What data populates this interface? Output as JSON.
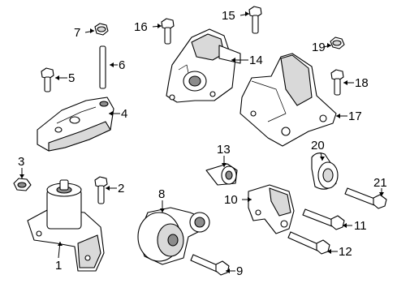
{
  "callouts": [
    {
      "id": "1",
      "label": "1",
      "part": "Engine mount bracket, lower left"
    },
    {
      "id": "2",
      "label": "2",
      "part": "Bolt"
    },
    {
      "id": "3",
      "label": "3",
      "part": "Nut"
    },
    {
      "id": "4",
      "label": "4",
      "part": "Transmission mount bracket"
    },
    {
      "id": "5",
      "label": "5",
      "part": "Bolt"
    },
    {
      "id": "6",
      "label": "6",
      "part": "Stud"
    },
    {
      "id": "7",
      "label": "7",
      "part": "Nut"
    },
    {
      "id": "8",
      "label": "8",
      "part": "Torque strut"
    },
    {
      "id": "9",
      "label": "9",
      "part": "Bolt"
    },
    {
      "id": "10",
      "label": "10",
      "part": "Strut bracket"
    },
    {
      "id": "11",
      "label": "11",
      "part": "Bolt"
    },
    {
      "id": "12",
      "label": "12",
      "part": "Bolt"
    },
    {
      "id": "13",
      "label": "13",
      "part": "Bushing"
    },
    {
      "id": "14",
      "label": "14",
      "part": "Engine mount"
    },
    {
      "id": "15",
      "label": "15",
      "part": "Bolt"
    },
    {
      "id": "16",
      "label": "16",
      "part": "Bolt"
    },
    {
      "id": "17",
      "label": "17",
      "part": "Mount bracket"
    },
    {
      "id": "18",
      "label": "18",
      "part": "Bolt"
    },
    {
      "id": "19",
      "label": "19",
      "part": "Nut"
    },
    {
      "id": "20",
      "label": "20",
      "part": "Bushing"
    },
    {
      "id": "21",
      "label": "21",
      "part": "Bolt"
    }
  ]
}
